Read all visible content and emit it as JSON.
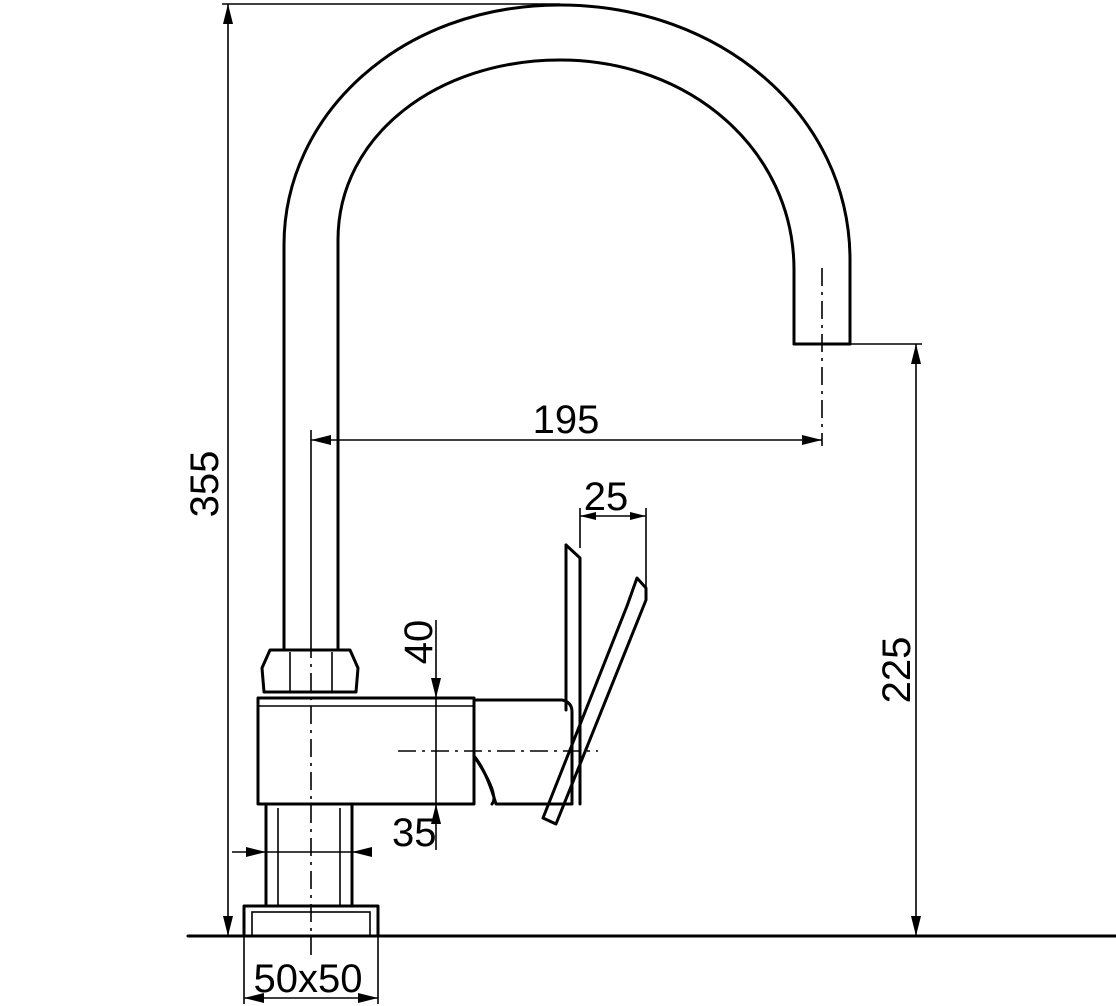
{
  "dimensions": {
    "total_height": "355",
    "spout_reach": "195",
    "outlet_height": "225",
    "handle_thickness": "25",
    "body_top_offset": "40",
    "body_bottom_offset": "35",
    "base_size": "50x50"
  }
}
